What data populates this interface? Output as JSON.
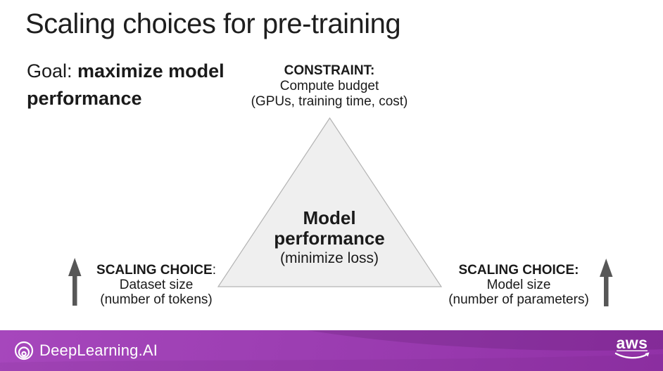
{
  "slide": {
    "title": "Scaling choices for pre-training",
    "goal": {
      "prefix": "Goal: ",
      "emphasis": "maximize model performance"
    },
    "constraint": {
      "heading": "CONSTRAINT:",
      "line1": "Compute budget",
      "line2": "(GPUs, training time, cost)"
    },
    "pyramid": {
      "line1": "Model",
      "line2": "performance",
      "subline": "(minimize loss)"
    },
    "scaling_left": {
      "heading": "SCALING CHOICE",
      "colon": ":",
      "line1": "Dataset size",
      "line2": "(number of tokens)"
    },
    "scaling_right": {
      "heading": "SCALING CHOICE:",
      "line1": "Model size",
      "line2": "(number of parameters)"
    }
  },
  "footer": {
    "brand": "DeepLearning.AI",
    "partner": "aws"
  },
  "colors": {
    "accent_purple": "#9C3EB2",
    "purple_dark": "#8F31A6",
    "purple_light": "#A647BC",
    "arrow_gray": "#575757",
    "triangle_fill": "#EFEFEF",
    "triangle_border": "#B3B3B3",
    "text_dark": "#1A1A1A",
    "white": "#FFFFFF"
  }
}
